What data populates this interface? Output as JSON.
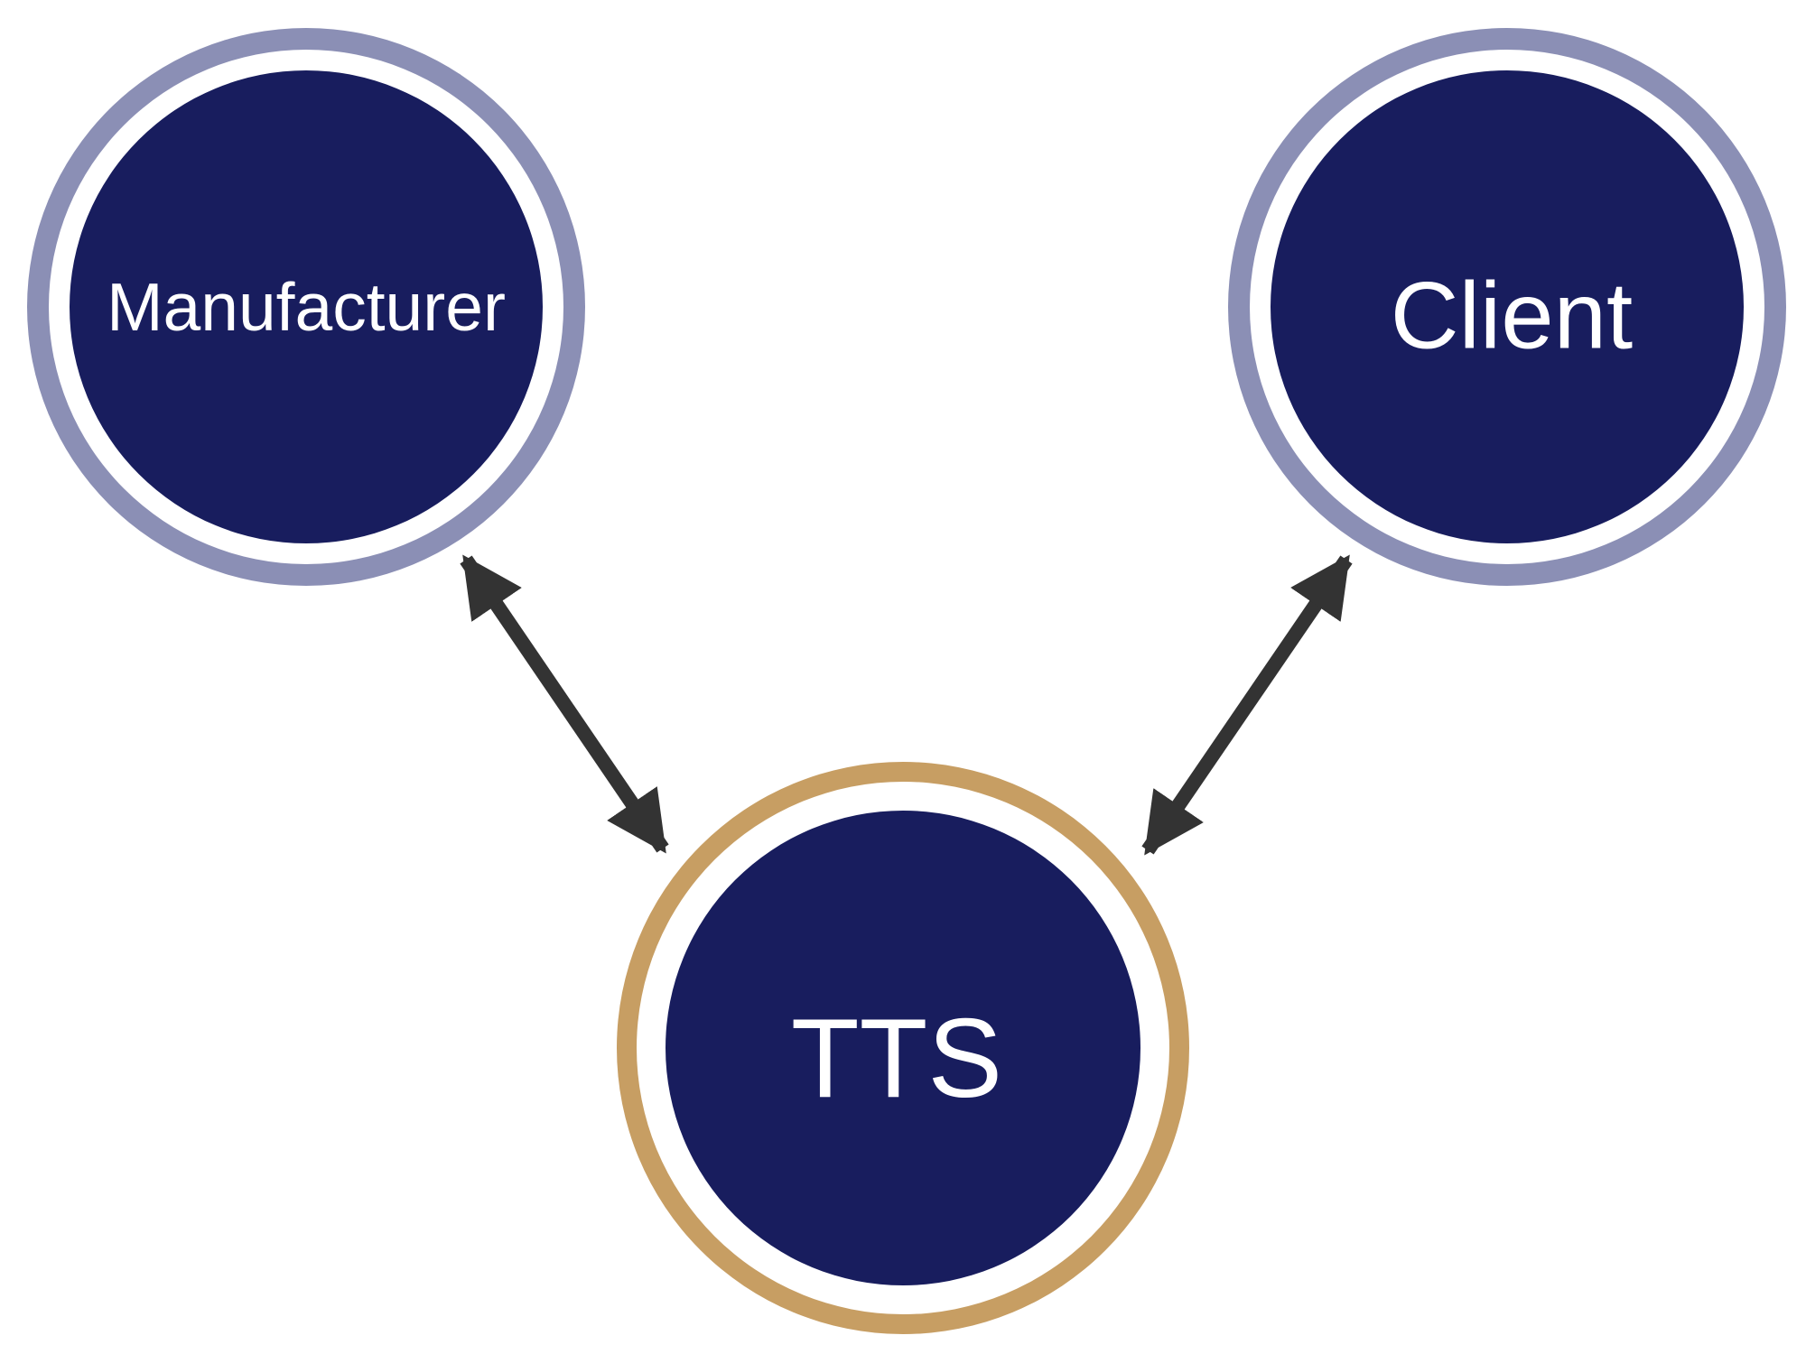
{
  "nodes": {
    "manufacturer": {
      "label": "Manufacturer"
    },
    "client": {
      "label": "Client"
    },
    "tts": {
      "label": "TTS"
    }
  },
  "edges": [
    {
      "from": "Manufacturer",
      "to": "TTS",
      "bidirectional": true
    },
    {
      "from": "Client",
      "to": "TTS",
      "bidirectional": true
    }
  ],
  "colors": {
    "node_fill": "#181d5e",
    "secondary_ring": "#8b8fb5",
    "primary_ring": "#c79e63",
    "arrow": "#333333",
    "label": "#ffffff"
  }
}
